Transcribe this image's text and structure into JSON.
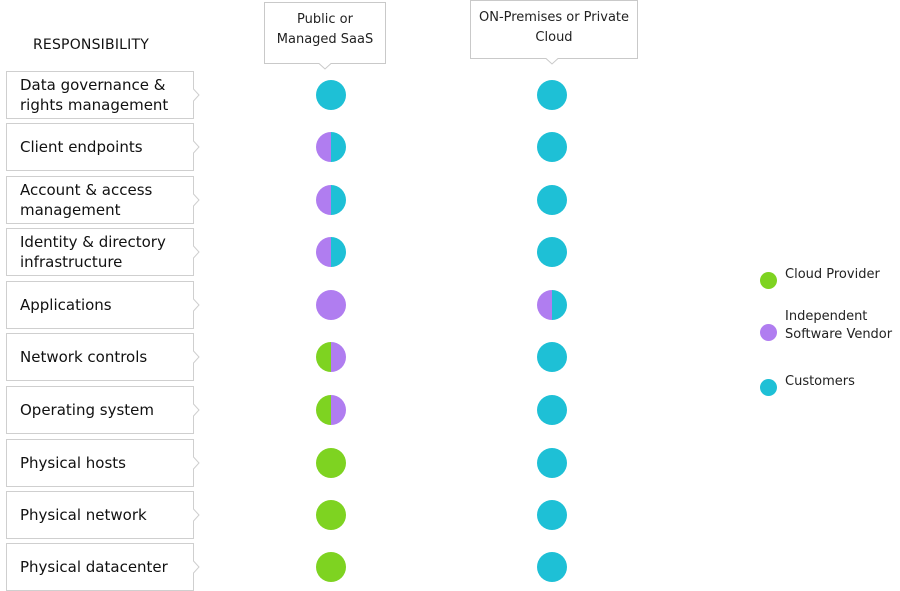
{
  "title": "RESPONSIBILITY",
  "columns": [
    {
      "id": "saas",
      "label": "Public or Managed SaaS"
    },
    {
      "id": "prem",
      "label": "ON-Premises or Private Cloud"
    }
  ],
  "colors": {
    "cloud_provider": "#7ed321",
    "isv": "#b07df0",
    "customers": "#1ec0d6"
  },
  "rows": [
    {
      "label": "Data governance & rights management",
      "saas": [
        "customers"
      ],
      "prem": [
        "customers"
      ]
    },
    {
      "label": "Client endpoints",
      "saas": [
        "isv",
        "customers"
      ],
      "prem": [
        "customers"
      ]
    },
    {
      "label": "Account & access management",
      "saas": [
        "isv",
        "customers"
      ],
      "prem": [
        "customers"
      ]
    },
    {
      "label": "Identity & directory infrastructure",
      "saas": [
        "isv",
        "customers"
      ],
      "prem": [
        "customers"
      ]
    },
    {
      "label": "Applications",
      "saas": [
        "isv"
      ],
      "prem": [
        "isv",
        "customers"
      ]
    },
    {
      "label": "Network controls",
      "saas": [
        "cloud_provider",
        "isv"
      ],
      "prem": [
        "customers"
      ]
    },
    {
      "label": "Operating system",
      "saas": [
        "cloud_provider",
        "isv"
      ],
      "prem": [
        "customers"
      ]
    },
    {
      "label": "Physical hosts",
      "saas": [
        "cloud_provider"
      ],
      "prem": [
        "customers"
      ]
    },
    {
      "label": "Physical network",
      "saas": [
        "cloud_provider"
      ],
      "prem": [
        "customers"
      ]
    },
    {
      "label": "Physical datacenter",
      "saas": [
        "cloud_provider"
      ],
      "prem": [
        "customers"
      ]
    }
  ],
  "legend": [
    {
      "key": "cloud_provider",
      "label": "Cloud Provider"
    },
    {
      "key": "isv",
      "label": "Independent Software Vendor"
    },
    {
      "key": "customers",
      "label": "Customers"
    }
  ]
}
